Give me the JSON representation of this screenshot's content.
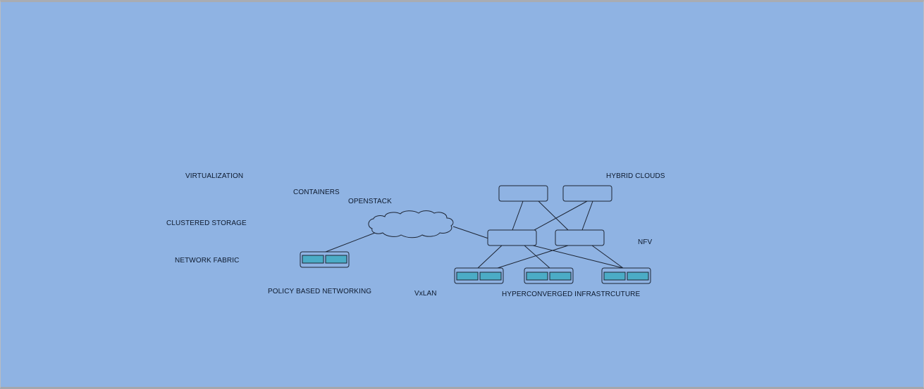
{
  "labels": {
    "virtualization": "VIRTUALIZATION",
    "containers": "CONTAINERS",
    "openstack": "OPENSTACK",
    "clustered_storage": "CLUSTERED STORAGE",
    "network_fabric": "NETWORK FABRIC",
    "policy_based_networking": "POLICY BASED NETWORKING",
    "vxlan": "VxLAN",
    "hybrid_clouds": "HYBRID CLOUDS",
    "nfv": "NFV",
    "hyperconverged_infrastructure": "HYPERCONVERGED INFRASTRCUTURE"
  },
  "colors": {
    "background": "#8fb3e3",
    "box_fill": "#8fb3e3",
    "port_fill": "#4bacc6",
    "stroke": "#1c2433"
  }
}
